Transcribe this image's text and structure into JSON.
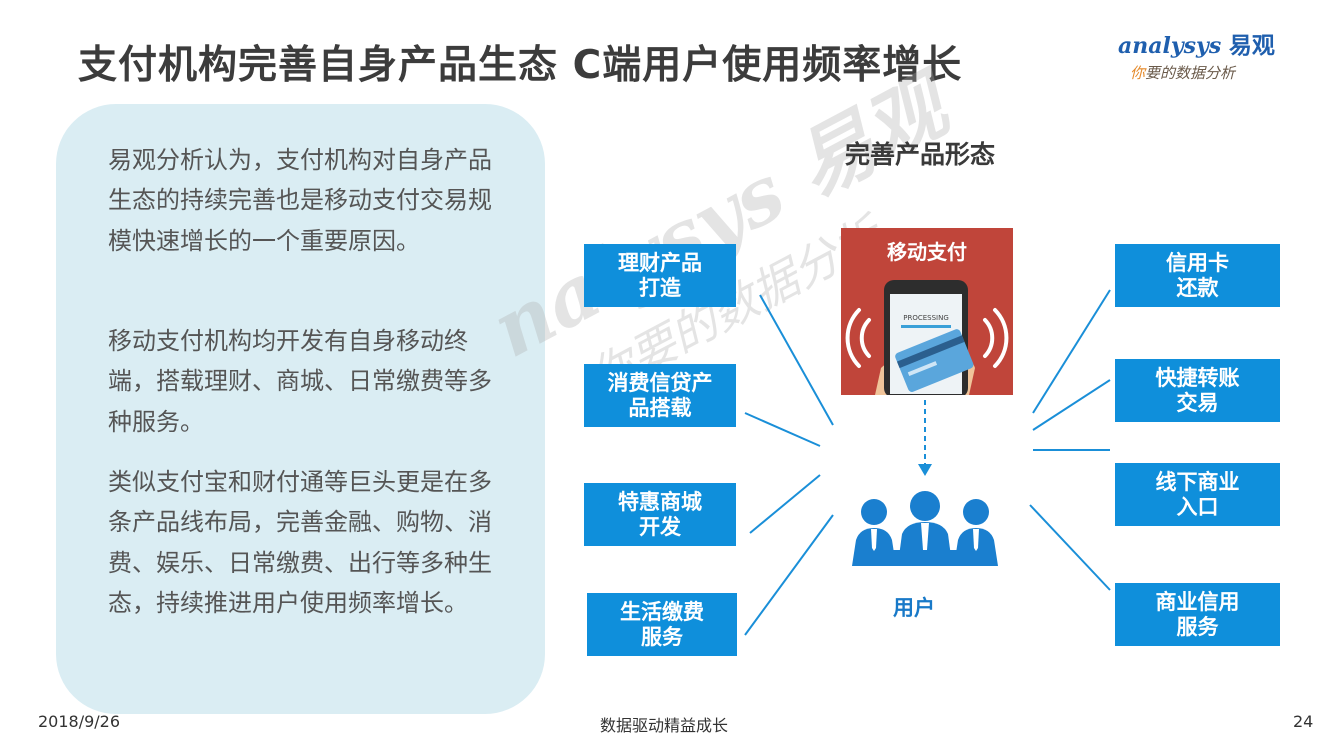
{
  "title": "支付机构完善自身产品生态 C端用户使用频率增长",
  "logo": {
    "brand": "nalysys",
    "brand_initial": "a",
    "brand_cn": "易观",
    "slogan_first": "你",
    "slogan_rest": "要的数据分析"
  },
  "paragraphs": [
    "易观分析认为，支付机构对自身产品生态的持续完善也是移动支付交易规模快速增长的一个重要原因。",
    "移动支付机构均开发有自身移动终端，搭载理财、商城、日常缴费等多种服务。",
    "类似支付宝和财付通等巨头更是在多条产品线布局，完善金融、购物、消费、娱乐、日常缴费、出行等多种生态，持续推进用户使用频率增长。"
  ],
  "section_title": "完善产品形态",
  "left_boxes": [
    {
      "line1": "理财产品",
      "line2": "打造"
    },
    {
      "line1": "消费信贷产",
      "line2": "品搭载"
    },
    {
      "line1": "特惠商城",
      "line2": "开发"
    },
    {
      "line1": "生活缴费",
      "line2": "服务"
    }
  ],
  "right_boxes": [
    {
      "line1": "信用卡",
      "line2": "还款"
    },
    {
      "line1": "快捷转账",
      "line2": "交易"
    },
    {
      "line1": "线下商业",
      "line2": "入口"
    },
    {
      "line1": "商业信用",
      "line2": "服务"
    }
  ],
  "center": {
    "phone_label": "移动支付",
    "phone_screen_text": "PROCESSING",
    "users_label": "用户"
  },
  "colors": {
    "box_blue": "#0f8fdb",
    "line_blue": "#1a8fd8",
    "panel_red": "#c0453a",
    "text_panel": "#daedf3"
  },
  "footer": {
    "date": "2018/9/26",
    "slogan": "数据驱动精益成长",
    "page": "24"
  }
}
